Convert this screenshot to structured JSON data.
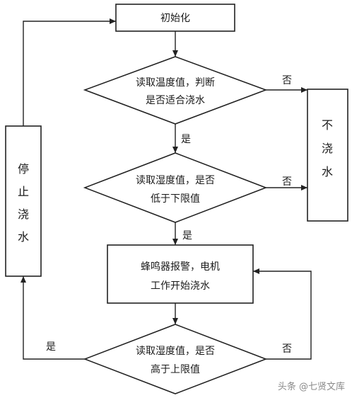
{
  "nodes": {
    "init": "初始化",
    "d1_line1": "读取温度值，判断",
    "d1_line2": "是否适合浇水",
    "d2_line1": "读取湿度值，是否",
    "d2_line2": "低于下限值",
    "alarm_line1": "蜂鸣器报警，电机",
    "alarm_line2": "工作开始浇水",
    "d3_line1": "读取湿度值，是否",
    "d3_line2": "高于上限值",
    "no_water": [
      "不",
      "浇",
      "水"
    ],
    "stop_water": [
      "停",
      "止",
      "浇",
      "水"
    ]
  },
  "edges": {
    "d1_yes": "是",
    "d1_no": "否",
    "d2_yes": "是",
    "d2_no": "否",
    "d3_yes": "是",
    "d3_no": "否"
  },
  "watermark": "头条 @七贤文库"
}
